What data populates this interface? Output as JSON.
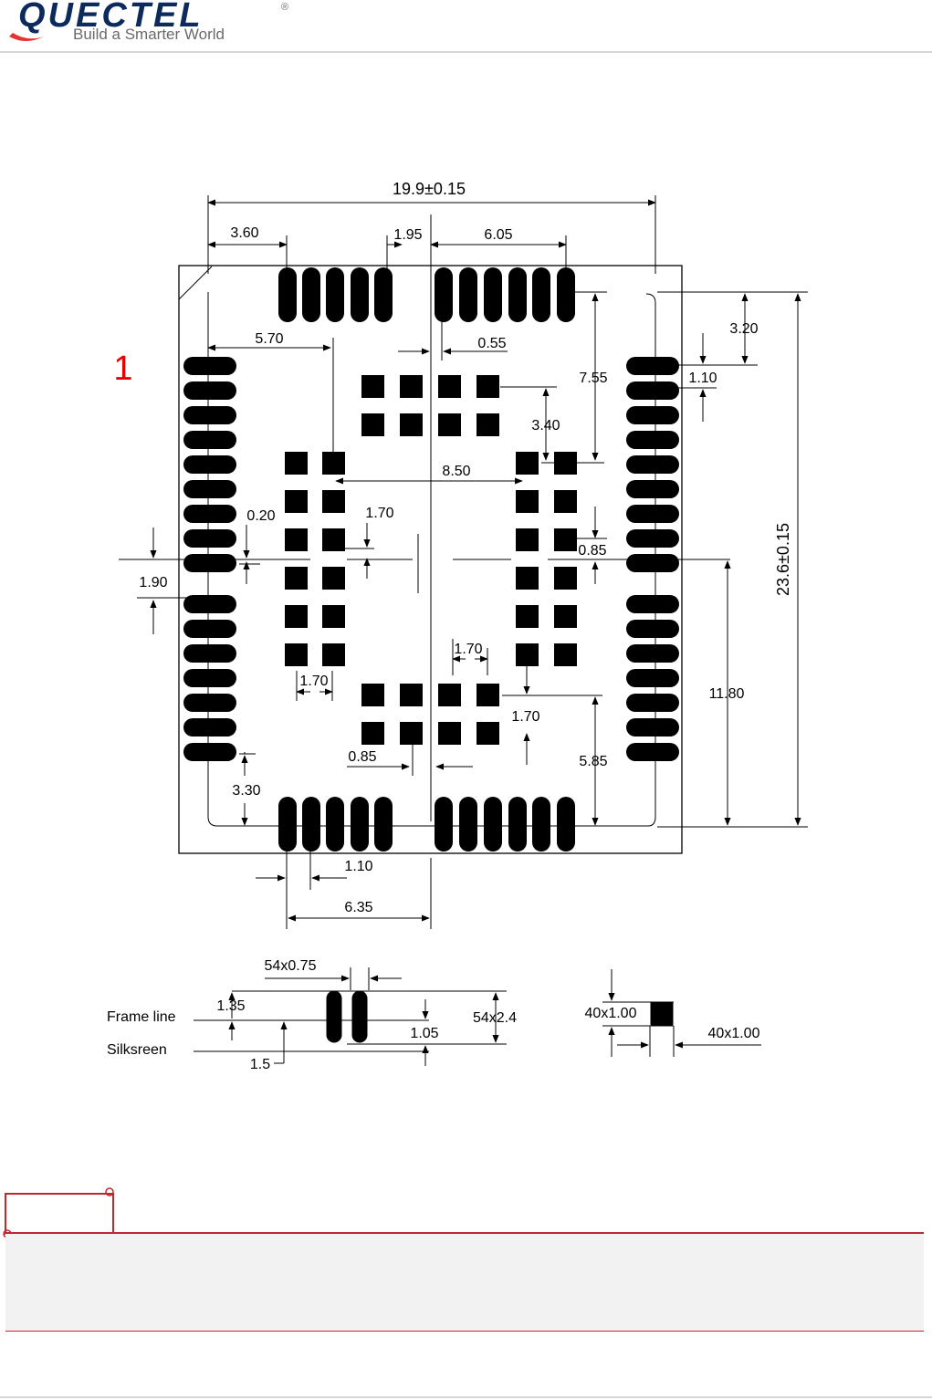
{
  "header": {
    "brand": "QUECTEL",
    "registered_mark": "®",
    "tagline": "Build a Smarter World",
    "logo_accent": "#e3342f",
    "brand_color": "#0c2a5c"
  },
  "drawing": {
    "pin1_label": "1",
    "pin1_color": "#e60000",
    "dimensions": {
      "overall_width": "19.9±0.15",
      "overall_height": "23.6±0.15",
      "top_left_offset": "3.60",
      "top_gap": "1.95",
      "top_right_span": "6.05",
      "inner_left": "5.70",
      "pad_gap_top": "0.55",
      "right_top_offset": "3.20",
      "right_pitch": "1.10",
      "inner_top_edge": "7.55",
      "inner_row_gap": "3.40",
      "inner_span": "8.50",
      "left_gap": "0.20",
      "pad_pitch_a": "1.70",
      "left_pitch": "1.90",
      "right_inner_gap": "0.85",
      "pad_pitch_b": "1.70",
      "pad_pitch_c": "1.70",
      "right_half_height": "11.80",
      "pad_pitch_d": "1.70",
      "bottom_gap": "0.85",
      "inner_bottom_edge": "5.85",
      "left_bottom_offset": "3.30",
      "bottom_pitch": "1.10",
      "bottom_span": "6.35"
    },
    "detail": {
      "pad_width": "54x0.75",
      "pad_length": "54x2.4",
      "frame_offset": "1.35",
      "pad_offset": "1.05",
      "silk_offset": "1.5",
      "frame_label": "Frame line",
      "silk_label": "Silksreen"
    },
    "square_detail": {
      "height": "40x1.00",
      "width": "40x1.00"
    }
  }
}
